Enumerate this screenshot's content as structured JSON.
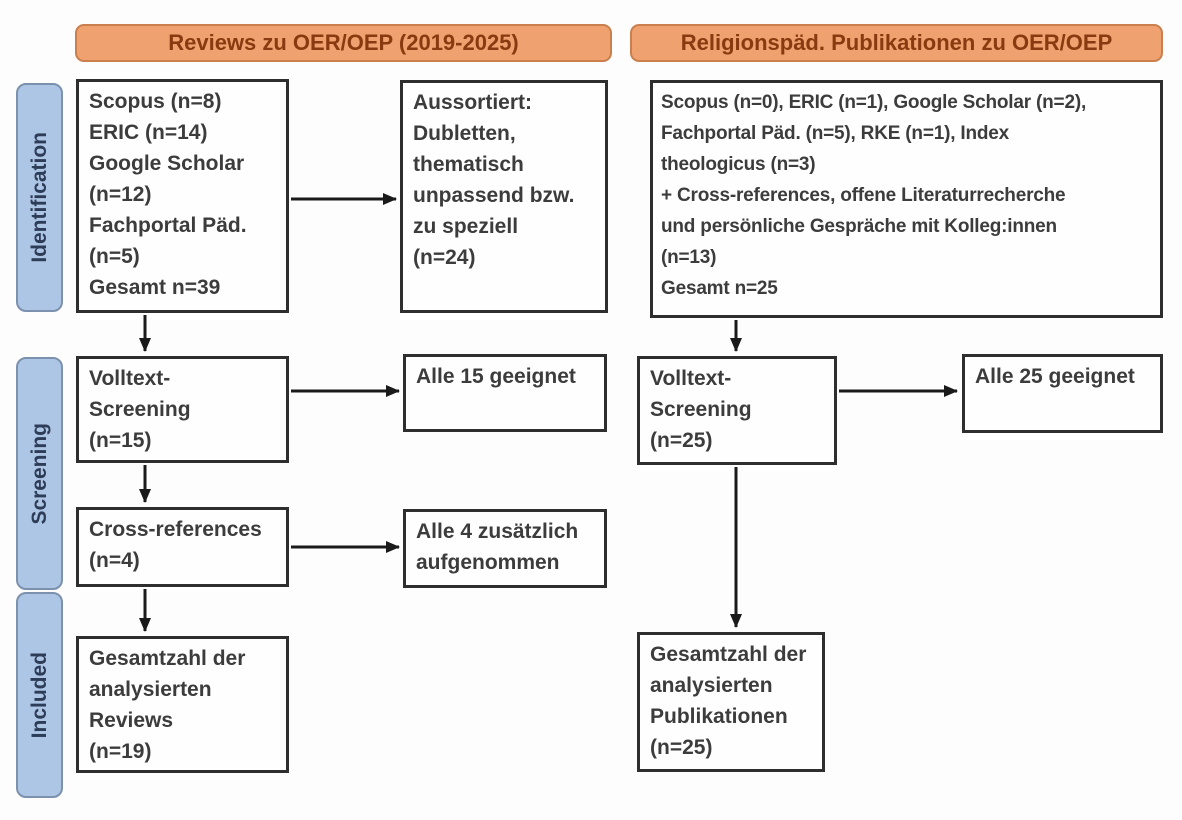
{
  "headers": {
    "left": "Reviews zu OER/OEP (2019-2025)",
    "right": "Religionspäd. Publikationen zu OER/OEP"
  },
  "stages": {
    "identification": "Identification",
    "screening": "Screening",
    "included": "Included"
  },
  "boxes": {
    "left_sources": [
      "Scopus (n=8)",
      "ERIC (n=14)",
      "Google Scholar",
      "(n=12)",
      "Fachportal Päd.",
      "(n=5)",
      "Gesamt n=39"
    ],
    "left_excluded": [
      "Aussortiert:",
      "Dubletten,",
      "thematisch",
      "unpassend bzw.",
      "zu speziell",
      "(n=24)"
    ],
    "right_sources": [
      "Scopus (n=0), ERIC (n=1), Google Scholar (n=2),",
      "Fachportal Päd. (n=5), RKE (n=1), Index",
      "theologicus (n=3)",
      "+ Cross-references, offene Literaturrecherche",
      "und persönliche Gespräche mit Kolleg:innen",
      "(n=13)",
      "Gesamt n=25"
    ],
    "left_fulltext": [
      "Volltext-",
      "Screening",
      "(n=15)"
    ],
    "left_fulltext_result": "Alle 15 geeignet",
    "right_fulltext": [
      "Volltext-",
      "Screening",
      "(n=25)"
    ],
    "right_fulltext_result": "Alle 25 geeignet",
    "left_crossref": [
      "Cross-references",
      "(n=4)"
    ],
    "left_crossref_result": [
      "Alle 4 zusätzlich",
      "aufgenommen"
    ],
    "left_included": [
      "Gesamtzahl der",
      "analysierten",
      "Reviews",
      "(n=19)"
    ],
    "right_included": [
      "Gesamtzahl der",
      "analysierten",
      "Publikationen",
      "(n=25)"
    ]
  },
  "colors": {
    "header_fill": "#EFA26F",
    "header_border": "#C97F4E",
    "header_text": "#8A3A10",
    "stage_fill": "#AEC6E6",
    "stage_border": "#7C91AD",
    "stage_text": "#2E3D57",
    "box_border": "#2E2E2E",
    "box_text": "#3C3C3C",
    "arrow": "#1A1A1A"
  }
}
